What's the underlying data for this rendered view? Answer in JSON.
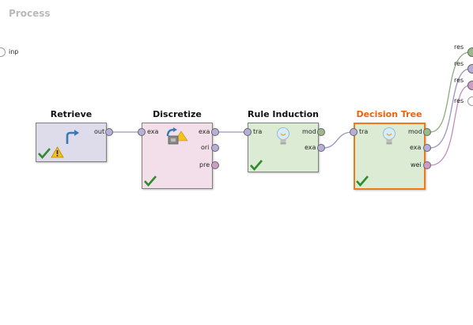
{
  "process": {
    "title": "Process"
  },
  "left_port": {
    "label": "inp"
  },
  "result_ports": [
    "res",
    "res",
    "res",
    "res"
  ],
  "operators": [
    {
      "title": "Retrieve",
      "inputs": [],
      "outputs": [
        "out"
      ],
      "status": "ok-warning"
    },
    {
      "title": "Discretize",
      "inputs": [
        "exa"
      ],
      "outputs": [
        "exa",
        "ori",
        "pre"
      ],
      "status": "ok"
    },
    {
      "title": "Rule Induction",
      "inputs": [
        "tra"
      ],
      "outputs": [
        "mod",
        "exa"
      ],
      "status": "ok"
    },
    {
      "title": "Decision Tree",
      "inputs": [
        "tra"
      ],
      "outputs": [
        "mod",
        "exa",
        "wei"
      ],
      "status": "ok",
      "selected": true
    }
  ],
  "colors": {
    "retrieve_bg": "#dedbeb",
    "discretize_bg": "#f3dfea",
    "model_bg": "#dcebd3",
    "selected_title": "#e8620f",
    "example_port": "#b7afd9",
    "model_port": "#9cb98c",
    "weights_port": "#cf9cc6",
    "ok_check": "#2e8b2e"
  }
}
